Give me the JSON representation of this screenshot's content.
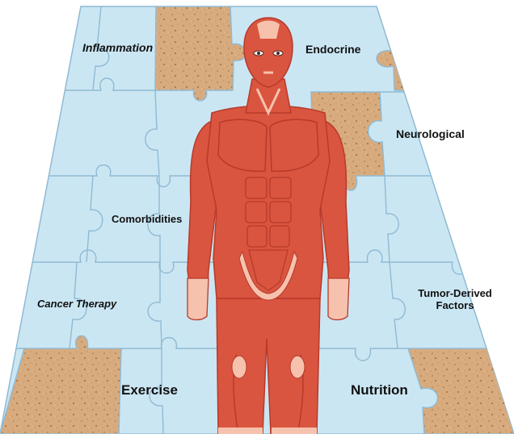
{
  "colors": {
    "puzzle_blue": "#cbe6f3",
    "puzzle_edge": "#8fbad3",
    "cork": "#d8ab7e",
    "muscle": "#d9553f",
    "muscle_dark": "#b73a2b",
    "tendon": "#f6c2ad"
  },
  "labels": {
    "inflammation": "Inflammation",
    "endocrine": "Endocrine",
    "neurological": "Neurological",
    "comorbidities": "Comorbidities",
    "cancer_therapy": "Cancer Therapy",
    "tumor_derived_line1": "Tumor-Derived",
    "tumor_derived_line2": "Factors",
    "exercise": "Exercise",
    "nutrition": "Nutrition"
  },
  "icons": {
    "figure": "muscular-human-figure-icon",
    "puzzle": "jigsaw-puzzle-board"
  }
}
